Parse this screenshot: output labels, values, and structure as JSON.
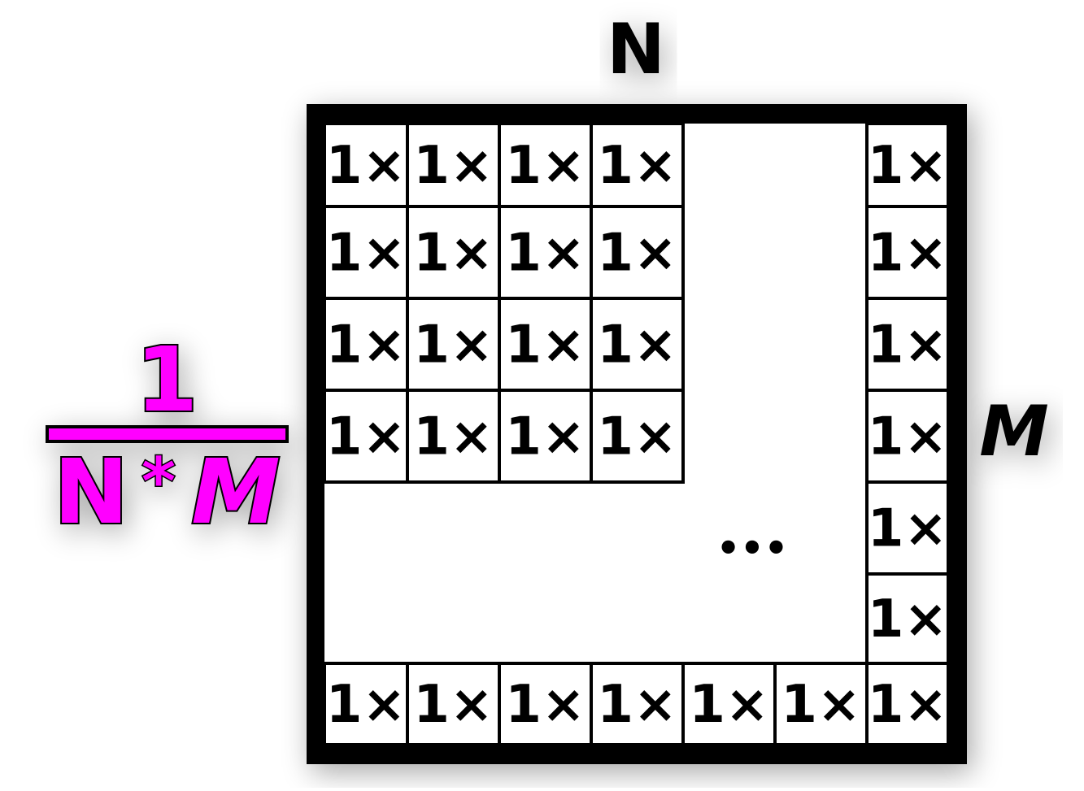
{
  "diagram": {
    "top_label": "N",
    "right_label": "M",
    "cell_label": "1×",
    "ellipsis": "•••",
    "fraction": {
      "numerator": "1",
      "denominator_left": "N",
      "denominator_star": "*",
      "denominator_right": "M"
    },
    "grid": {
      "top_left_block": {
        "rows": 4,
        "cols": 4
      },
      "right_column_cells": 7,
      "bottom_row_cells": 7
    },
    "colors": {
      "frame": "#000000",
      "cell_fill": "#ffffff",
      "text": "#000000",
      "fraction_fill": "#ff00ff",
      "fraction_outline": "#000000",
      "background": "#ffffff"
    }
  }
}
